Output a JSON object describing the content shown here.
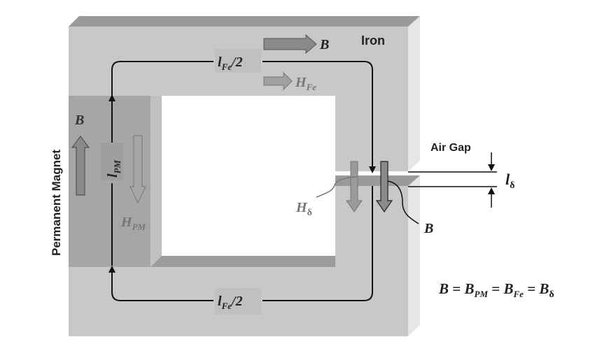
{
  "title": "Magnetic circuit with permanent magnet, iron core and air gap",
  "labels": {
    "iron": "Iron",
    "permanent_magnet": "Permanent Magnet",
    "air_gap": "Air Gap",
    "top_B": "B",
    "H_Fe_main": "H",
    "H_Fe_sub": "Fe",
    "lFe_top_main": "l",
    "lFe_top_sub": "Fe",
    "lFe_top_suffix": "/2",
    "lFe_bot_main": "l",
    "lFe_bot_sub": "Fe",
    "lFe_bot_suffix": "/2",
    "pm_B": "B",
    "lPM_main": "l",
    "lPM_sub": "PM",
    "HPM_main": "H",
    "HPM_sub": "PM",
    "Hdelta_main": "H",
    "Hdelta_sub": "δ",
    "gap_B": "B",
    "ldelta_main": "l",
    "ldelta_sub": "δ"
  },
  "equation": {
    "B": "B",
    "eq1": " = ",
    "B_PM": "B",
    "PM": "PM",
    "eq2": " = ",
    "B_Fe": "B",
    "Fe": "Fe",
    "eq3": " = ",
    "B_delta": "B",
    "delta": "δ"
  },
  "colors": {
    "iron_face": "#c8c8c8",
    "iron_top": "#9a9a9a",
    "iron_side": "#e6e6e6",
    "magnet": "#a6a6a6",
    "shadow": "#9c9c9c",
    "arrow_dark": "#8a8a8a",
    "arrow_light": "#a0a0a0",
    "text": "#222222",
    "text_gray": "#777777"
  }
}
